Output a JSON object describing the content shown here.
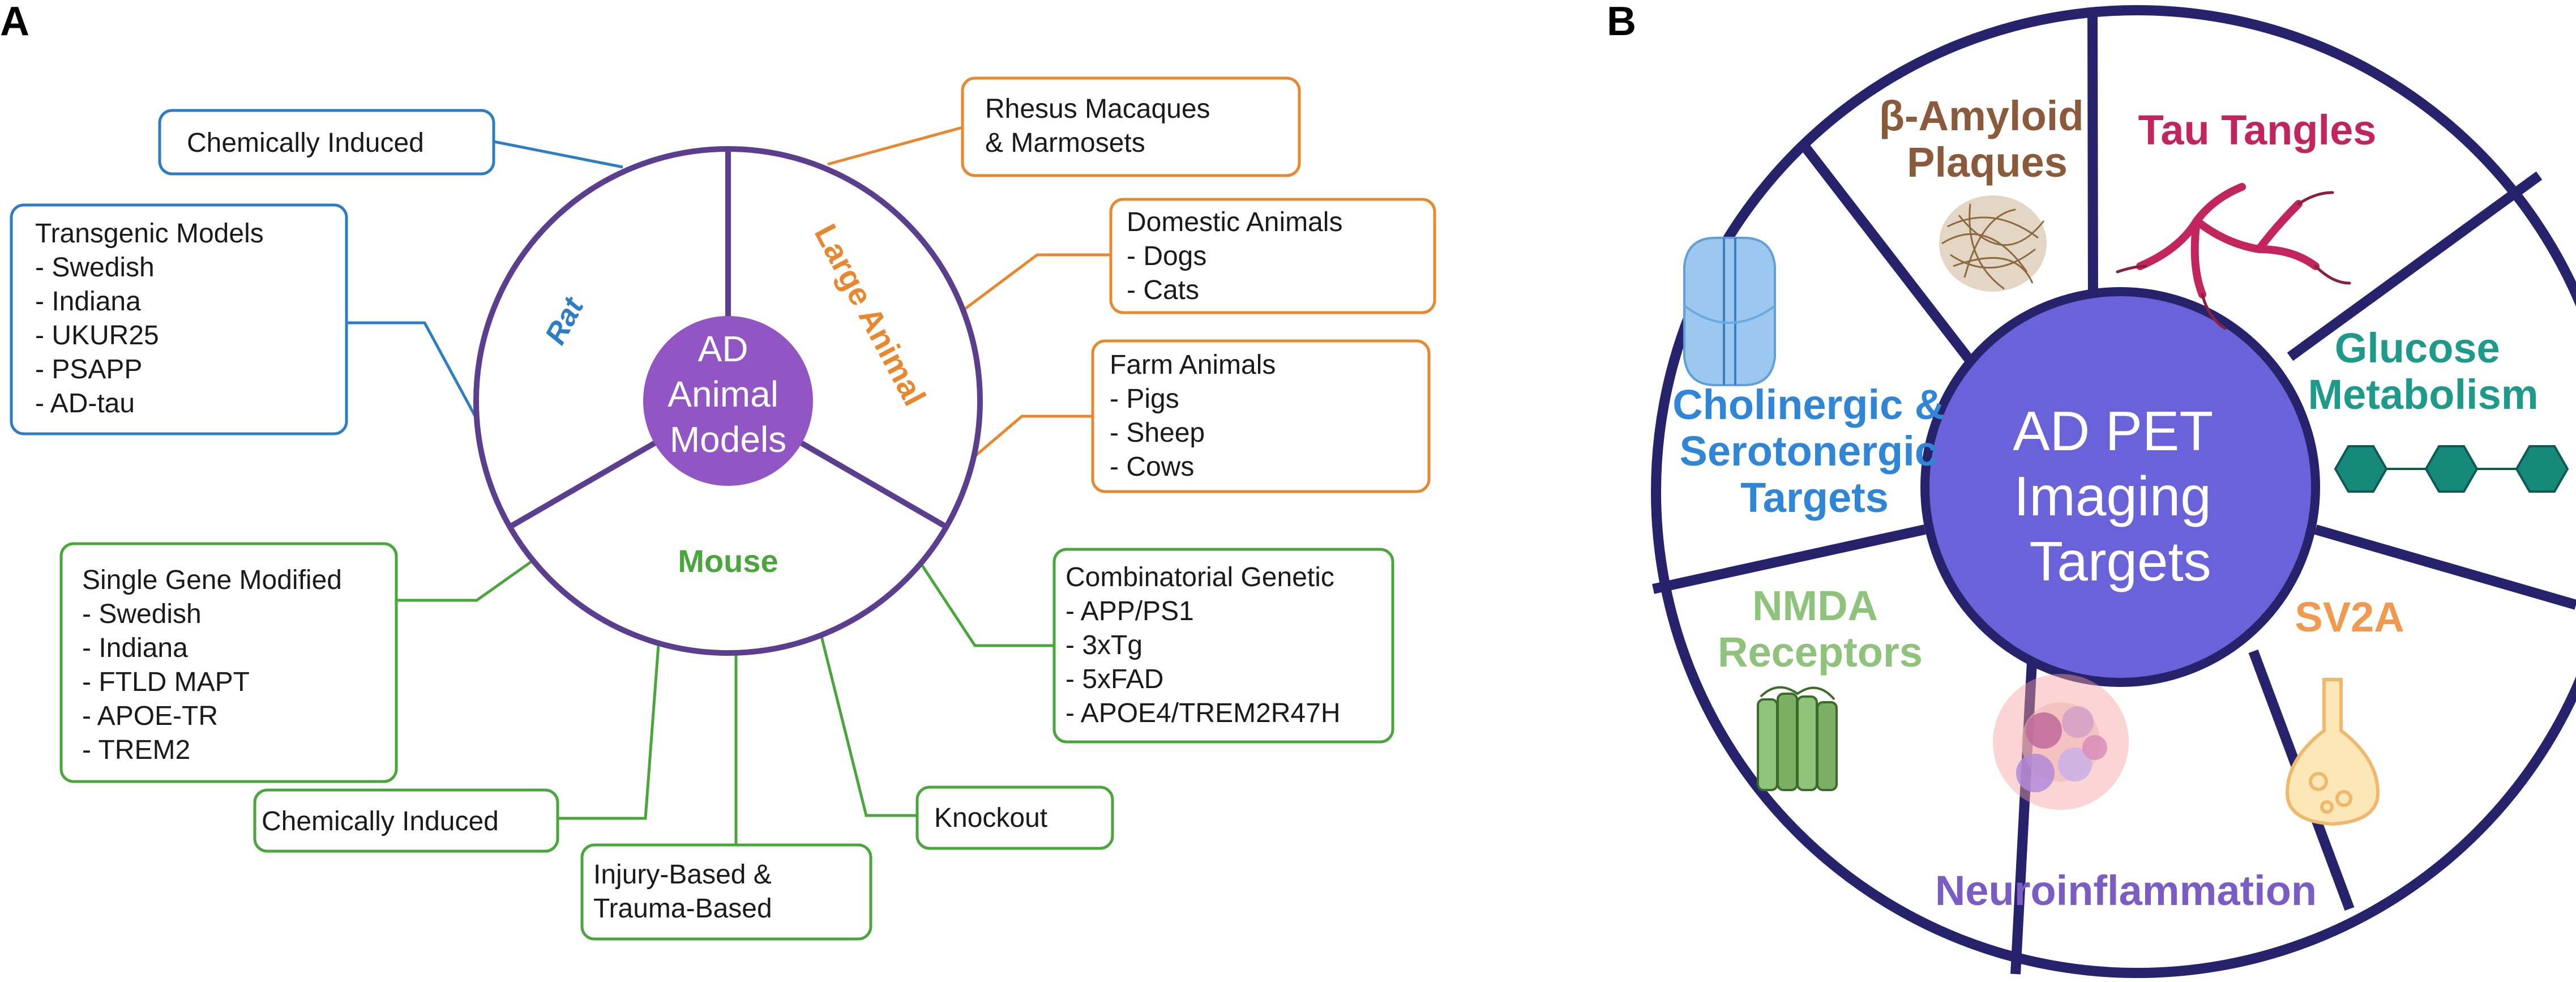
{
  "panel_a": {
    "label": "A",
    "center": [
      "AD",
      "Animal",
      "Models"
    ],
    "segments": {
      "rat": "Rat",
      "large_animal": "Large Animal",
      "mouse": "Mouse"
    },
    "rat_boxes": {
      "chemical": [
        "Chemically Induced"
      ],
      "transgenic": [
        "Transgenic Models",
        "- Swedish",
        "- Indiana",
        "- UKUR25",
        "- PSAPP",
        "- AD-tau"
      ]
    },
    "large_boxes": {
      "primates": [
        "Rhesus Macaques",
        "& Marmosets"
      ],
      "domestic": [
        "Domestic Animals",
        "- Dogs",
        "- Cats"
      ],
      "farm": [
        "Farm Animals",
        "- Pigs",
        "- Sheep",
        "- Cows"
      ]
    },
    "mouse_boxes": {
      "single": [
        "Single Gene Modified",
        "- Swedish",
        "- Indiana",
        "- FTLD MAPT",
        "- APOE-TR",
        "- TREM2"
      ],
      "combinatorial": [
        "Combinatorial Genetic",
        "- APP/PS1",
        "- 3xTg",
        "- 5xFAD",
        "- APOE4/TREM2R47H"
      ],
      "chemical": [
        "Chemically Induced"
      ],
      "injury": [
        "Injury-Based &",
        "Trauma-Based"
      ],
      "knockout": [
        "Knockout"
      ]
    },
    "colors": {
      "rat": "#2e7dc4",
      "large": "#e8882e",
      "mouse": "#4aa63c",
      "ring": "#5b3f8e",
      "center": "#9255c4"
    }
  },
  "panel_b": {
    "label": "B",
    "center": [
      "AD PET",
      "Imaging",
      "Targets"
    ],
    "segments": {
      "amyloid": [
        "β-Amyloid",
        "Plaques"
      ],
      "tau": [
        "Tau Tangles"
      ],
      "glucose": [
        "Glucose",
        "Metabolism"
      ],
      "sv2a": [
        "SV2A"
      ],
      "neuroinflammation": [
        "Neuroinflammation"
      ],
      "nmda": [
        "NMDA",
        "Receptors"
      ],
      "cholinergic": [
        "Cholinergic &",
        "Serotonergic",
        "Targets"
      ]
    },
    "icons": [
      "amyloid-plaque-icon",
      "tau-tangle-icon",
      "glucose-chain-icon",
      "flask-icon",
      "cell-cluster-icon",
      "receptor-channel-icon",
      "transporter-icon"
    ],
    "colors": {
      "ring": "#26226b",
      "center": "#6a62d8",
      "amyloid": "#8b5a3a",
      "tau": "#c2255c",
      "glucose": "#1e9a8a",
      "sv2a": "#ef9a4e",
      "neuro": "#7b5cc4",
      "nmda": "#8fc27a",
      "cholinergic": "#2f86d6"
    }
  }
}
